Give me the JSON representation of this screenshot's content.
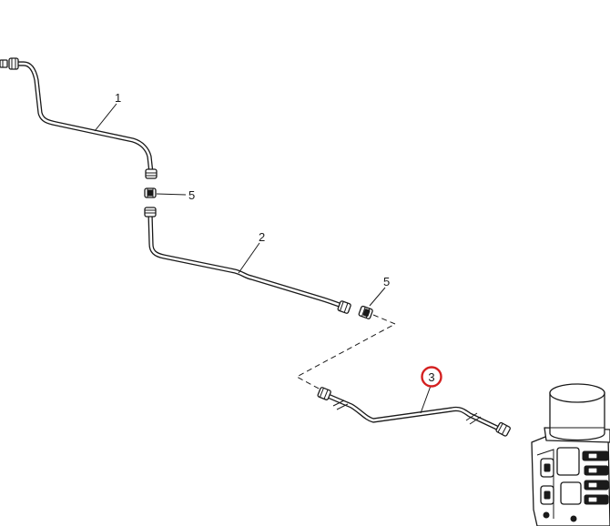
{
  "callouts": {
    "tube_1": "1",
    "tube_2": "2",
    "tube_3": "3",
    "adapter_upper": "5",
    "adapter_lower": "5"
  },
  "highlight": {
    "target": "3",
    "ring_color": "#d42020"
  },
  "colors": {
    "line": "#1a1a1a",
    "background": "#ffffff"
  }
}
